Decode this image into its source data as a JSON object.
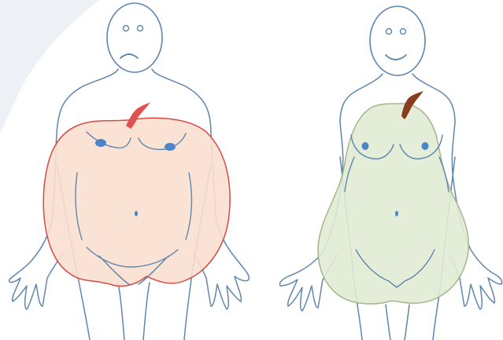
{
  "figures": [
    {
      "id": "apple",
      "expression": "sad",
      "shape_fill": "#f9dfcf",
      "shape_stroke": "#d84a43",
      "stem_color": "#e05252",
      "outline_color": "#5f86ad",
      "mark_color": "#4f85c8"
    },
    {
      "id": "pear",
      "expression": "happy",
      "shape_fill": "#e1ebd4",
      "shape_stroke": "#a5b58b",
      "stem_color": "#8a3d1e",
      "outline_color": "#5f86ad",
      "mark_color": "#4f85c8"
    }
  ],
  "background_arc_color": "#edf1f6"
}
